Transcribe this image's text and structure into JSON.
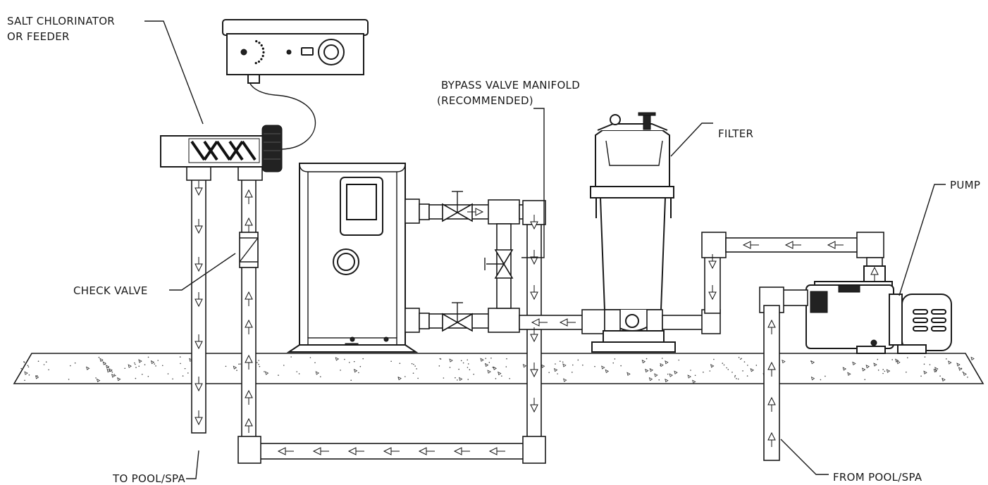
{
  "labels": {
    "chlorinator_line1": "SALT CHLORINATOR",
    "chlorinator_line2": "OR FEEDER",
    "bypass_line1": "BYPASS VALVE MANIFOLD",
    "bypass_line2": "(RECOMMENDED)",
    "filter": "FILTER",
    "pump": "PUMP",
    "check_valve": "CHECK VALVE",
    "to_pool": "TO POOL/SPA",
    "from_pool": "FROM POOL/SPA"
  },
  "colors": {
    "line": "#1a1a1a",
    "background": "#ffffff",
    "dark_fill": "#222222"
  }
}
